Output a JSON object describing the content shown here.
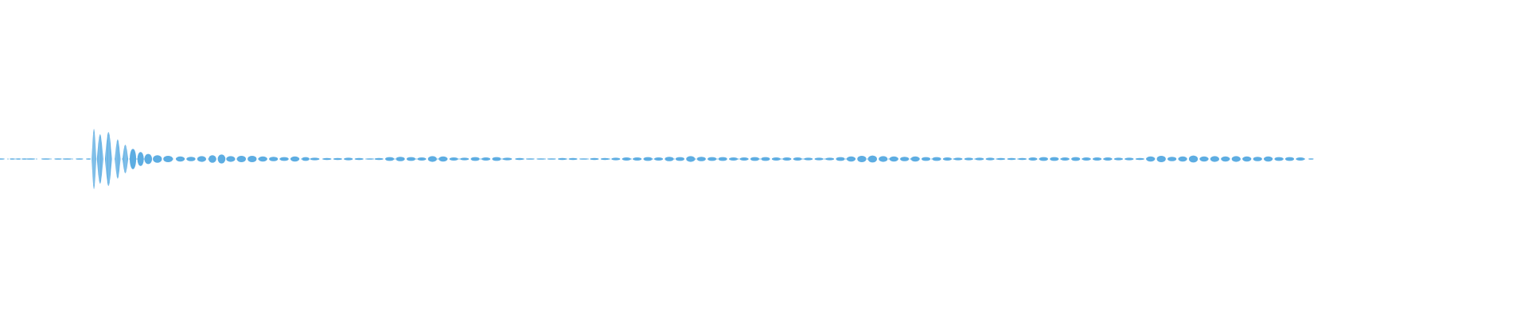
{
  "waveform": {
    "color": "#5DADE2",
    "background": "#ffffff",
    "levels": [
      {
        "pos": 0.0,
        "amp": 0.01
      },
      {
        "pos": 0.008,
        "amp": 0.01
      },
      {
        "pos": 0.012,
        "amp": 0.01
      },
      {
        "pos": 0.016,
        "amp": 0.01
      },
      {
        "pos": 0.02,
        "amp": 0.01
      },
      {
        "pos": 0.03,
        "amp": 0.01
      },
      {
        "pos": 0.038,
        "amp": 0.01
      },
      {
        "pos": 0.044,
        "amp": 0.01
      },
      {
        "pos": 0.052,
        "amp": 0.01
      },
      {
        "pos": 0.058,
        "amp": 0.01
      },
      {
        "pos": 0.0615,
        "amp": 0.95
      },
      {
        "pos": 0.0655,
        "amp": 0.78
      },
      {
        "pos": 0.071,
        "amp": 0.85
      },
      {
        "pos": 0.077,
        "amp": 0.62
      },
      {
        "pos": 0.082,
        "amp": 0.45
      },
      {
        "pos": 0.087,
        "amp": 0.32
      },
      {
        "pos": 0.092,
        "amp": 0.22
      },
      {
        "pos": 0.097,
        "amp": 0.16
      },
      {
        "pos": 0.103,
        "amp": 0.12
      },
      {
        "pos": 0.11,
        "amp": 0.1
      },
      {
        "pos": 0.118,
        "amp": 0.08
      },
      {
        "pos": 0.125,
        "amp": 0.07
      },
      {
        "pos": 0.132,
        "amp": 0.09
      },
      {
        "pos": 0.139,
        "amp": 0.12
      },
      {
        "pos": 0.145,
        "amp": 0.14
      },
      {
        "pos": 0.151,
        "amp": 0.09
      },
      {
        "pos": 0.158,
        "amp": 0.1
      },
      {
        "pos": 0.165,
        "amp": 0.1
      },
      {
        "pos": 0.172,
        "amp": 0.08
      },
      {
        "pos": 0.179,
        "amp": 0.07
      },
      {
        "pos": 0.186,
        "amp": 0.06
      },
      {
        "pos": 0.193,
        "amp": 0.08
      },
      {
        "pos": 0.2,
        "amp": 0.06
      },
      {
        "pos": 0.206,
        "amp": 0.04
      },
      {
        "pos": 0.214,
        "amp": 0.03
      },
      {
        "pos": 0.221,
        "amp": 0.03
      },
      {
        "pos": 0.228,
        "amp": 0.04
      },
      {
        "pos": 0.235,
        "amp": 0.03
      },
      {
        "pos": 0.242,
        "amp": 0.02
      },
      {
        "pos": 0.248,
        "amp": 0.03
      },
      {
        "pos": 0.255,
        "amp": 0.06
      },
      {
        "pos": 0.262,
        "amp": 0.07
      },
      {
        "pos": 0.269,
        "amp": 0.06
      },
      {
        "pos": 0.276,
        "amp": 0.05
      },
      {
        "pos": 0.283,
        "amp": 0.09
      },
      {
        "pos": 0.29,
        "amp": 0.08
      },
      {
        "pos": 0.297,
        "amp": 0.05
      },
      {
        "pos": 0.304,
        "amp": 0.04
      },
      {
        "pos": 0.311,
        "amp": 0.06
      },
      {
        "pos": 0.318,
        "amp": 0.05
      },
      {
        "pos": 0.325,
        "amp": 0.06
      },
      {
        "pos": 0.332,
        "amp": 0.04
      },
      {
        "pos": 0.34,
        "amp": 0.03
      },
      {
        "pos": 0.347,
        "amp": 0.02
      },
      {
        "pos": 0.354,
        "amp": 0.02
      },
      {
        "pos": 0.361,
        "amp": 0.02
      },
      {
        "pos": 0.368,
        "amp": 0.03
      },
      {
        "pos": 0.375,
        "amp": 0.03
      },
      {
        "pos": 0.382,
        "amp": 0.02
      },
      {
        "pos": 0.389,
        "amp": 0.03
      },
      {
        "pos": 0.396,
        "amp": 0.03
      },
      {
        "pos": 0.403,
        "amp": 0.04
      },
      {
        "pos": 0.41,
        "amp": 0.05
      },
      {
        "pos": 0.417,
        "amp": 0.05
      },
      {
        "pos": 0.424,
        "amp": 0.06
      },
      {
        "pos": 0.431,
        "amp": 0.05
      },
      {
        "pos": 0.438,
        "amp": 0.07
      },
      {
        "pos": 0.445,
        "amp": 0.06
      },
      {
        "pos": 0.452,
        "amp": 0.09
      },
      {
        "pos": 0.459,
        "amp": 0.07
      },
      {
        "pos": 0.466,
        "amp": 0.06
      },
      {
        "pos": 0.473,
        "amp": 0.06
      },
      {
        "pos": 0.48,
        "amp": 0.05
      },
      {
        "pos": 0.487,
        "amp": 0.05
      },
      {
        "pos": 0.494,
        "amp": 0.06
      },
      {
        "pos": 0.501,
        "amp": 0.06
      },
      {
        "pos": 0.508,
        "amp": 0.05
      },
      {
        "pos": 0.515,
        "amp": 0.05
      },
      {
        "pos": 0.522,
        "amp": 0.05
      },
      {
        "pos": 0.529,
        "amp": 0.04
      },
      {
        "pos": 0.536,
        "amp": 0.04
      },
      {
        "pos": 0.543,
        "amp": 0.04
      },
      {
        "pos": 0.55,
        "amp": 0.06
      },
      {
        "pos": 0.557,
        "amp": 0.08
      },
      {
        "pos": 0.564,
        "amp": 0.1
      },
      {
        "pos": 0.571,
        "amp": 0.11
      },
      {
        "pos": 0.578,
        "amp": 0.09
      },
      {
        "pos": 0.585,
        "amp": 0.08
      },
      {
        "pos": 0.592,
        "amp": 0.07
      },
      {
        "pos": 0.599,
        "amp": 0.08
      },
      {
        "pos": 0.606,
        "amp": 0.06
      },
      {
        "pos": 0.613,
        "amp": 0.06
      },
      {
        "pos": 0.62,
        "amp": 0.05
      },
      {
        "pos": 0.627,
        "amp": 0.04
      },
      {
        "pos": 0.634,
        "amp": 0.04
      },
      {
        "pos": 0.641,
        "amp": 0.04
      },
      {
        "pos": 0.648,
        "amp": 0.04
      },
      {
        "pos": 0.655,
        "amp": 0.03
      },
      {
        "pos": 0.662,
        "amp": 0.03
      },
      {
        "pos": 0.669,
        "amp": 0.03
      },
      {
        "pos": 0.676,
        "amp": 0.05
      },
      {
        "pos": 0.683,
        "amp": 0.06
      },
      {
        "pos": 0.69,
        "amp": 0.06
      },
      {
        "pos": 0.697,
        "amp": 0.05
      },
      {
        "pos": 0.704,
        "amp": 0.06
      },
      {
        "pos": 0.711,
        "amp": 0.05
      },
      {
        "pos": 0.718,
        "amp": 0.05
      },
      {
        "pos": 0.725,
        "amp": 0.05
      },
      {
        "pos": 0.732,
        "amp": 0.04
      },
      {
        "pos": 0.739,
        "amp": 0.04
      },
      {
        "pos": 0.746,
        "amp": 0.03
      },
      {
        "pos": 0.753,
        "amp": 0.08
      },
      {
        "pos": 0.76,
        "amp": 0.1
      },
      {
        "pos": 0.767,
        "amp": 0.07
      },
      {
        "pos": 0.774,
        "amp": 0.08
      },
      {
        "pos": 0.781,
        "amp": 0.11
      },
      {
        "pos": 0.788,
        "amp": 0.08
      },
      {
        "pos": 0.795,
        "amp": 0.09
      },
      {
        "pos": 0.802,
        "amp": 0.08
      },
      {
        "pos": 0.809,
        "amp": 0.09
      },
      {
        "pos": 0.816,
        "amp": 0.08
      },
      {
        "pos": 0.823,
        "amp": 0.07
      },
      {
        "pos": 0.83,
        "amp": 0.08
      },
      {
        "pos": 0.837,
        "amp": 0.06
      },
      {
        "pos": 0.844,
        "amp": 0.06
      },
      {
        "pos": 0.851,
        "amp": 0.05
      },
      {
        "pos": 0.858,
        "amp": 0.02
      }
    ]
  }
}
